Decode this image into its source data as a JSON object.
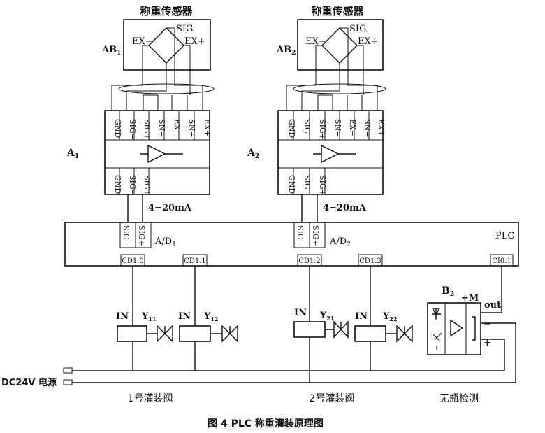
{
  "sensors": [
    {
      "title": "称重传感器",
      "ab_main": "AB",
      "ab_sub": "1",
      "sig": "SIG",
      "ex_minus": "EX−",
      "ex_plus": "EX+"
    },
    {
      "title": "称重传感器",
      "ab_main": "AB",
      "ab_sub": "2",
      "sig": "SIG",
      "ex_minus": "EX−",
      "ex_plus": "EX+"
    }
  ],
  "amplifiers": [
    {
      "label_main": "A",
      "label_sub": "1"
    },
    {
      "label_main": "A",
      "label_sub": "2"
    }
  ],
  "terminals_top": [
    "GND",
    "SIG−",
    "SIG+",
    "SN−",
    "EX−",
    "SN+",
    "EX+"
  ],
  "terminals_bottom": [
    "GND",
    "SIG−",
    "SIG+"
  ],
  "current_label": "4−20mA",
  "plc": {
    "label": "PLC",
    "ad_inputs": [
      "SIG−",
      "SIG+"
    ],
    "ad1_main": "A/D",
    "ad1_sub": "1",
    "ad2_main": "A/D",
    "ad2_sub": "2",
    "ports": [
      "CD1.0",
      "CD1.1",
      "CD1.2",
      "CD1.3",
      "CI0.1"
    ]
  },
  "valves": [
    {
      "in": "IN",
      "y_main": "Y",
      "y_sub": "11"
    },
    {
      "in": "IN",
      "y_main": "Y",
      "y_sub": "12"
    },
    {
      "in": "IN",
      "y_main": "Y",
      "y_sub": "21"
    },
    {
      "in": "IN",
      "y_main": "Y",
      "y_sub": "22"
    }
  ],
  "detector": {
    "label_main": "B",
    "label_sub": "2",
    "plus_m": "+M",
    "out": "out",
    "minus": "−",
    "plus": "+"
  },
  "power_label": "DC24V 电源",
  "group_labels": [
    "1号灌装阀",
    "2号灌装阀",
    "无瓶检测"
  ],
  "caption": "图 4   PLC 称重灌装原理图"
}
